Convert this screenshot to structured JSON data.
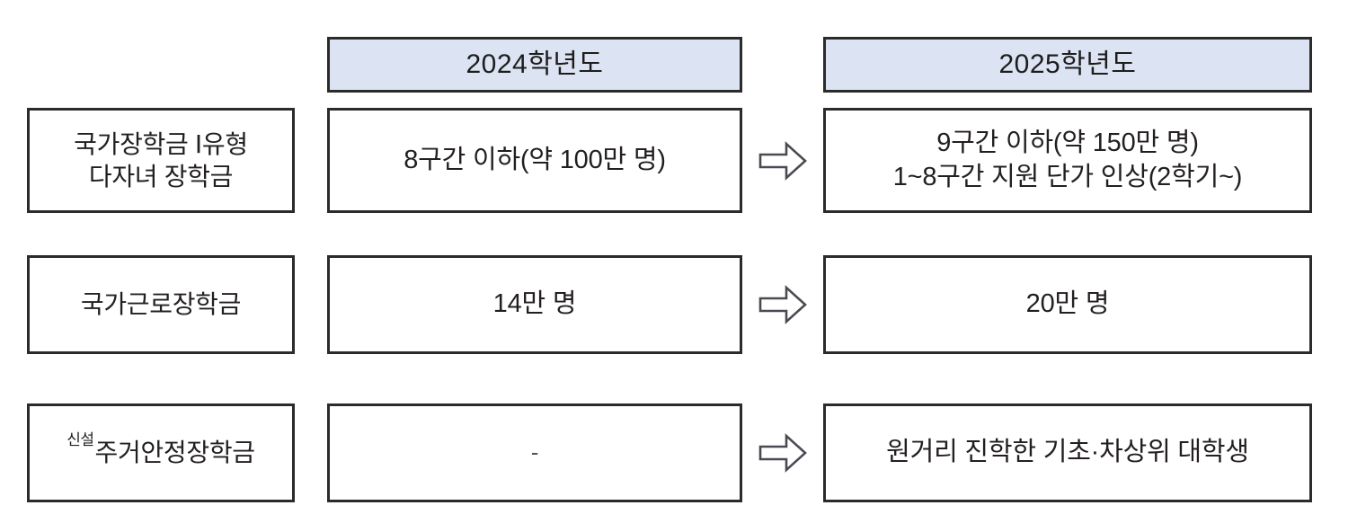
{
  "headers": {
    "label_column": "",
    "year_2024": "2024학년도",
    "year_2025": "2025학년도"
  },
  "arrow_icon": "right-block-arrow",
  "colors": {
    "header_fill": "#dce3f2",
    "border": "#2b2b2b",
    "text": "#231f20",
    "background": "#ffffff"
  },
  "rows": [
    {
      "label_lines": [
        "국가장학금 Ⅰ유형",
        "다자녀 장학금"
      ],
      "label_badge": "",
      "year_2024_lines": [
        "8구간 이하(약 100만 명)"
      ],
      "year_2025_lines": [
        "9구간 이하(약 150만 명)",
        "1~8구간 지원 단가 인상(2학기~)"
      ]
    },
    {
      "label_lines": [
        "국가근로장학금"
      ],
      "label_badge": "",
      "year_2024_lines": [
        "14만 명"
      ],
      "year_2025_lines": [
        "20만 명"
      ]
    },
    {
      "label_lines": [
        "주거안정장학금"
      ],
      "label_badge": "신설",
      "year_2024_lines": [
        "-"
      ],
      "year_2025_lines": [
        "원거리 진학한 기초·차상위 대학생"
      ]
    }
  ]
}
